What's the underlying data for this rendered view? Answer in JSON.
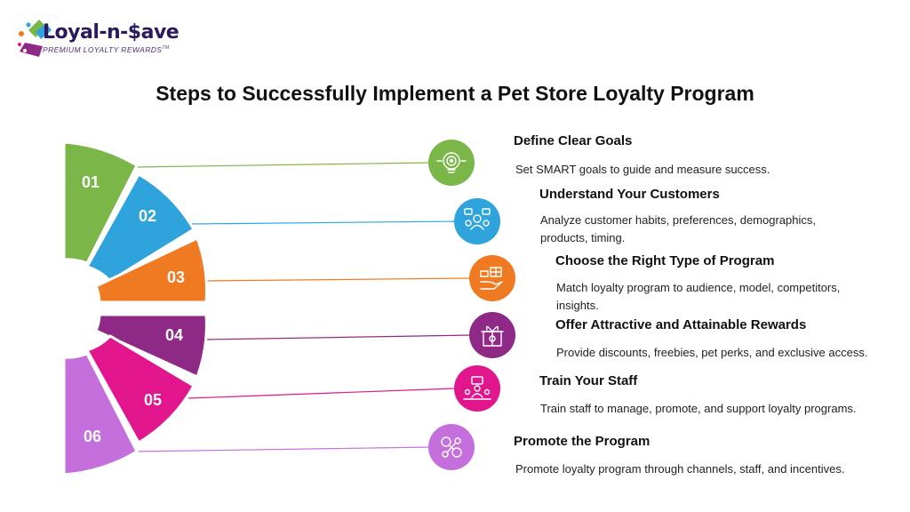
{
  "brand": {
    "name": "Loyal-n-$ave",
    "tagline": "PREMIUM LOYALTY REWARDS",
    "trademark": "TM"
  },
  "title": "Steps to Successfully Implement a Pet Store Loyalty Program",
  "steps": [
    {
      "number": "01",
      "title": "Define Clear Goals",
      "description": "Set SMART goals to guide and measure success.",
      "color": "#7ab648",
      "icon": "target-icon"
    },
    {
      "number": "02",
      "title": "Understand Your Customers",
      "description": "Analyze customer habits, preferences, demographics, products, timing.",
      "color": "#2ea3dc",
      "icon": "customers-icon"
    },
    {
      "number": "03",
      "title": "Choose the Right Type of Program",
      "description": "Match loyalty program to audience, model, competitors, insights.",
      "color": "#ef7a22",
      "icon": "gift-hand-icon"
    },
    {
      "number": "04",
      "title": "Offer Attractive and Attainable Rewards",
      "description": "Provide discounts, freebies, pet perks, and exclusive access.",
      "color": "#8e2a86",
      "icon": "reward-box-icon"
    },
    {
      "number": "05",
      "title": "Train Your Staff",
      "description": "Train staff to manage, promote, and support loyalty programs.",
      "color": "#e1168c",
      "icon": "staff-training-icon"
    },
    {
      "number": "06",
      "title": "Promote the Program",
      "description": "Promote loyalty program through channels, staff, and incentives.",
      "color": "#c56fdd",
      "icon": "promotion-icon"
    }
  ]
}
